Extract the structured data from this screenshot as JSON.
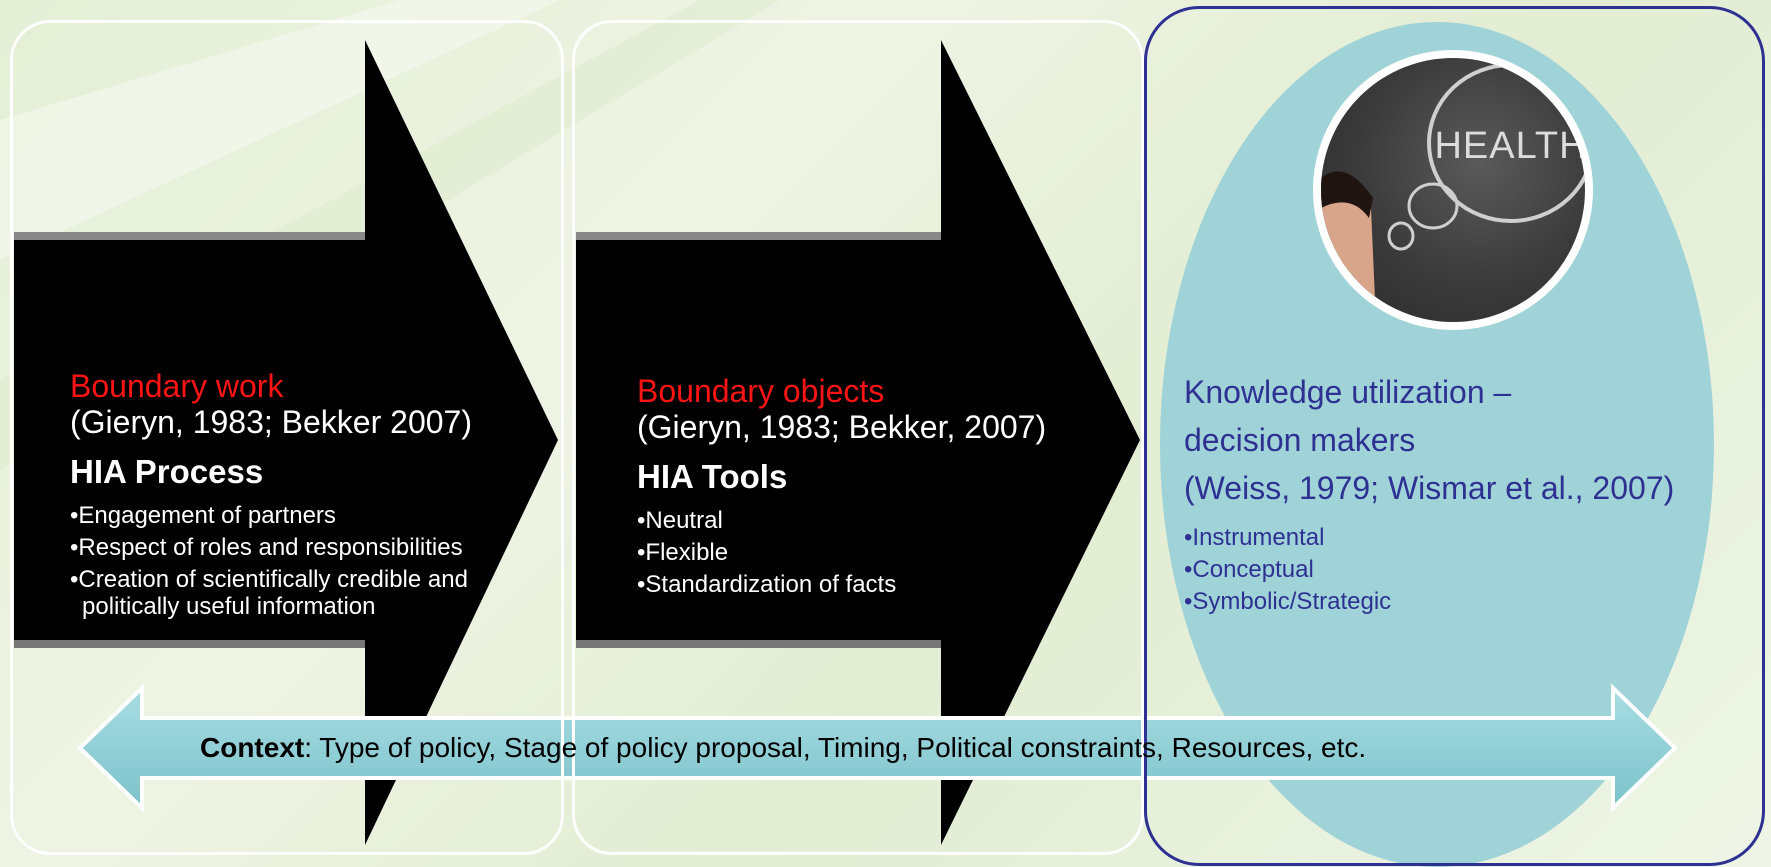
{
  "colors": {
    "arrow_fill": "#000000",
    "boundary_heading": "#ff1414",
    "knowledge_text": "#2e3192",
    "ellipse_fill": "#9fd3d8",
    "context_arrow": "#8ccfd6"
  },
  "panel_1": {
    "title": "Boundary work",
    "citation": "(Gieryn, 1983; Bekker 2007)",
    "heading": "HIA Process",
    "bullets": [
      "Engagement of partners",
      "Respect of roles and responsibilities",
      "Creation of scientifically credible and  politically useful information"
    ]
  },
  "panel_2": {
    "title": "Boundary objects",
    "citation": "(Gieryn, 1983; Bekker, 2007)",
    "heading": "HIA Tools",
    "bullets": [
      "Neutral",
      "Flexible",
      "Standardization of facts"
    ]
  },
  "panel_3": {
    "line_1": "Knowledge utilization –",
    "line_2": "decision makers",
    "citation": "(Weiss, 1979; Wismar et al., 2007)",
    "bullets": [
      "Instrumental",
      "Conceptual",
      "Symbolic/Strategic"
    ],
    "photo_text": "HEALTH"
  },
  "context": {
    "label": "Context",
    "text": ": Type of policy, Stage of policy proposal,  Timing, Political constraints, Resources, etc."
  }
}
